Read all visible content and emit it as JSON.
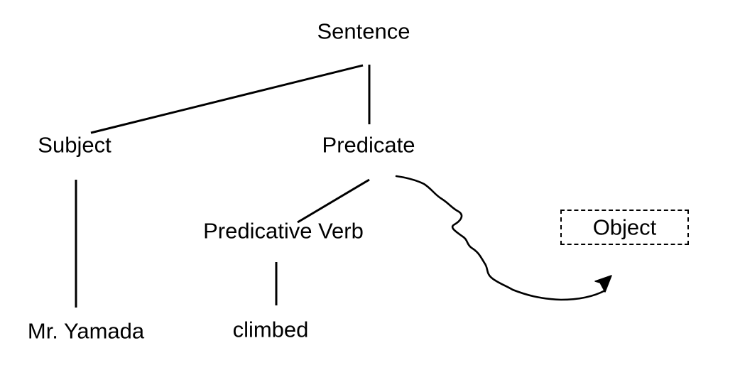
{
  "nodes": {
    "sentence": "Sentence",
    "subject": "Subject",
    "predicate": "Predicate",
    "predicative_verb": "Predicative Verb",
    "mr_yamada": "Mr. Yamada",
    "climbed": "climbed",
    "object": "Object"
  },
  "colors": {
    "ink": "#000000",
    "background": "#ffffff"
  }
}
